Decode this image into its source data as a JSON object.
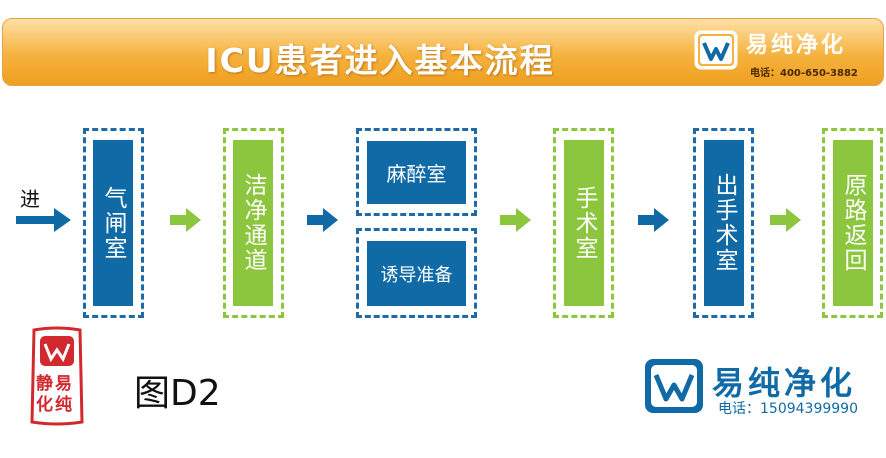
{
  "header": {
    "title": "ICU患者进入基本流程",
    "brand": "易纯净化",
    "phone": "电话：400-650-3882"
  },
  "flow": {
    "enter_label": "进",
    "steps": [
      {
        "label": "气闸室",
        "color": "blue"
      },
      {
        "label": "洁净通道",
        "color": "green"
      },
      {
        "label": "麻醉室",
        "color": "blue"
      },
      {
        "label": "诱导准备",
        "color": "blue"
      },
      {
        "label": "手术室",
        "color": "green"
      },
      {
        "label": "出手术室",
        "color": "blue"
      },
      {
        "label": "原路返回",
        "color": "green"
      }
    ]
  },
  "footer": {
    "figure_label": "图D2",
    "seal_text": "静易化纯",
    "brand": "易纯净化",
    "phone": "电话：15094399990"
  },
  "colors": {
    "blue": "#0f6aa6",
    "green": "#8cc63f",
    "banner": "#f6b23e"
  }
}
